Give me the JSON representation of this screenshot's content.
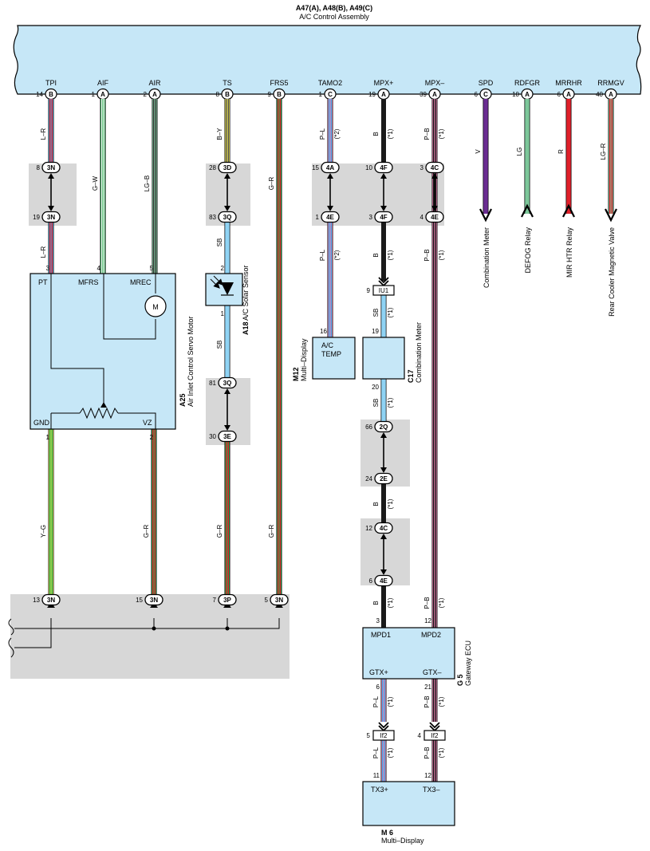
{
  "assembly": {
    "id_line": "A47(A), A48(B), A49(C)",
    "name": "A/C Control Assembly"
  },
  "header_pins": [
    {
      "name": "TPI",
      "num": "14",
      "conn": "B"
    },
    {
      "name": "AIF",
      "num": "1",
      "conn": "A"
    },
    {
      "name": "AIR",
      "num": "2",
      "conn": "A"
    },
    {
      "name": "TS",
      "num": "8",
      "conn": "B"
    },
    {
      "name": "FRS5",
      "num": "9",
      "conn": "B"
    },
    {
      "name": "TAMO2",
      "num": "1",
      "conn": "C"
    },
    {
      "name": "MPX+",
      "num": "19",
      "conn": "A"
    },
    {
      "name": "MPX–",
      "num": "39",
      "conn": "A"
    },
    {
      "name": "SPD",
      "num": "6",
      "conn": "C"
    },
    {
      "name": "RDFGR",
      "num": "10",
      "conn": "A"
    },
    {
      "name": "MRRHR",
      "num": "6",
      "conn": "A"
    },
    {
      "name": "RRMGV",
      "num": "40",
      "conn": "A"
    }
  ],
  "wire_codes": {
    "l_r": "L–R",
    "g_w": "G–W",
    "lg_b": "LG–B",
    "b_y": "B–Y",
    "g_r": "G–R",
    "p_l": "P–L",
    "b": "B",
    "p_b": "P–B",
    "v": "V",
    "lg": "LG",
    "r": "R",
    "lg_r": "LG–R",
    "sb": "SB",
    "y_g": "Y–G"
  },
  "notes": {
    "star1": "(*1)",
    "star2": "(*2)"
  },
  "junctions": [
    {
      "pin": "8",
      "conn": "3N"
    },
    {
      "pin": "19",
      "conn": "3N"
    },
    {
      "pin": "28",
      "conn": "3D"
    },
    {
      "pin": "83",
      "conn": "3Q"
    },
    {
      "pin": "15",
      "conn": "4A"
    },
    {
      "pin": "1",
      "conn": "4E"
    },
    {
      "pin": "10",
      "conn": "4F"
    },
    {
      "pin": "3",
      "conn": "4F"
    },
    {
      "pin": "3",
      "conn": "4C"
    },
    {
      "pin": "4",
      "conn": "4E"
    },
    {
      "pin": "81",
      "conn": "3Q"
    },
    {
      "pin": "30",
      "conn": "3E"
    },
    {
      "pin": "66",
      "conn": "2Q"
    },
    {
      "pin": "24",
      "conn": "2E"
    },
    {
      "pin": "12",
      "conn": "4C"
    },
    {
      "pin": "6",
      "conn": "4E"
    },
    {
      "pin": "13",
      "conn": "3N"
    },
    {
      "pin": "15",
      "conn": "3N"
    },
    {
      "pin": "7",
      "conn": "3P"
    },
    {
      "pin": "5",
      "conn": "3N"
    }
  ],
  "connectors": [
    {
      "pin": "9",
      "name": "IU1"
    },
    {
      "pin": "5",
      "name": "If2"
    },
    {
      "pin": "4",
      "name": "If2"
    }
  ],
  "a25": {
    "id": "A25",
    "name": "Air Inlet Control Servo Motor",
    "pins": {
      "pt": "PT",
      "mfrs": "MFRS",
      "mrec": "MREC",
      "gnd": "GND",
      "vz": "VZ"
    },
    "pin_nums": {
      "pt": "3",
      "mfrs": "4",
      "mrec": "5",
      "gnd": "1",
      "vz": "2"
    },
    "motor": "M"
  },
  "a18": {
    "id": "A18",
    "name": "A/C Solar Sensor",
    "pin_top": "2",
    "pin_bot": "1"
  },
  "m12": {
    "id": "M12",
    "name": "Multi–Display",
    "label1": "A/C",
    "label2": "TEMP",
    "pin": "16"
  },
  "c17": {
    "id": "C17",
    "name": "Combination Meter",
    "pin_top": "19",
    "pin_bot": "20"
  },
  "g5": {
    "id": "G 5",
    "name": "Gateway ECU",
    "pins": {
      "mpd1": "MPD1",
      "mpd2": "MPD2",
      "gtxp": "GTX+",
      "gtxm": "GTX–"
    },
    "pin_nums": {
      "mpd1": "3",
      "mpd2": "12",
      "gtxp": "6",
      "gtxm": "21"
    }
  },
  "m6": {
    "id": "M 6",
    "name": "Multi–Display",
    "pins": {
      "tx3p": "TX3+",
      "tx3m": "TX3–"
    },
    "pin_nums": {
      "tx3p": "11",
      "tx3m": "12"
    }
  },
  "destinations": {
    "combination_meter": "Combination Meter",
    "defog_relay": "DEFOG Relay",
    "mir_htr_relay": "MIR HTR Relay",
    "rear_cooler_valve": "Rear Cooler Magnetic Valve"
  },
  "colors": {
    "component_fill": "#c6e7f7",
    "grey_zone": "#d7d7d7",
    "blue": "#45a8e6",
    "red": "#e0202a",
    "green": "#22a94a",
    "light_green": "#7cc79a",
    "yellow": "#f1e84a",
    "pink": "#e87fb0",
    "sky_blue": "#8fd3f4",
    "violet": "#6a2c91",
    "black": "#1a1a1a"
  }
}
